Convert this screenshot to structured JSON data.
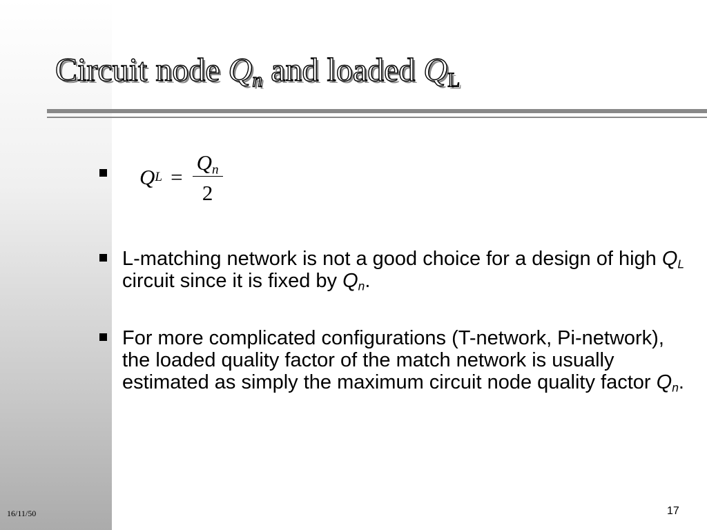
{
  "title": {
    "text1": "Circuit node ",
    "q1": "Q",
    "q1_sub": "n",
    "text2": " and loaded ",
    "q2": "Q",
    "q2_sub": "L"
  },
  "equation": {
    "lhs": "Q",
    "lhs_sub": "L",
    "eq": "=",
    "num": "Q",
    "num_sub": "n",
    "den": "2"
  },
  "bullets": [
    {
      "part1": "L-matching network is not a good choice for a design of high ",
      "v1": "Q",
      "v1_sub": "L",
      "part2": " circuit since it is fixed by ",
      "v2": "Q",
      "v2_sub": "n",
      "part3": "."
    },
    {
      "part1": "For more complicated configurations (T-network, Pi-network), the loaded quality factor of the match network is usually estimated as simply the maximum circuit node quality factor ",
      "v1": "Q",
      "v1_sub": "n",
      "part2": "."
    }
  ],
  "footer": {
    "date": "16/11/50",
    "page": "17"
  }
}
